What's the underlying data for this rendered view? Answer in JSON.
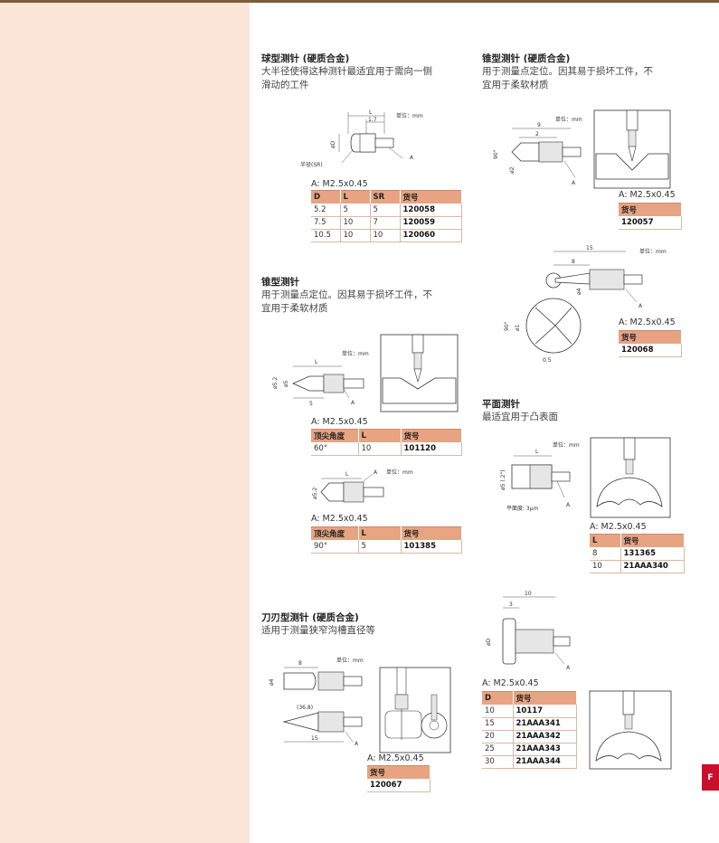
{
  "section_tab": "F",
  "s1": {
    "title": "球型测针 (硬质合金)",
    "desc1": "大半径使得这种测针最适宜用于需向一侧",
    "desc2": "滑动的工件",
    "unit": "单位：mm",
    "dim_L": "L",
    "dim_17": "1.7",
    "dim_D": "øD",
    "dim_SR": "半径(SR)",
    "dim_A": "A",
    "thread": "A: M2.5x0.45",
    "headers": [
      "D",
      "L",
      "SR",
      "货号"
    ],
    "rows": [
      [
        "5.2",
        "5",
        "5",
        "120058"
      ],
      [
        "7.5",
        "10",
        "7",
        "120059"
      ],
      [
        "10.5",
        "10",
        "10",
        "120060"
      ]
    ]
  },
  "s2": {
    "title": "锥型测针",
    "desc1": "用于测量点定位。因其易于损坏工件，不",
    "desc2": "宜用于柔软材质",
    "unit": "单位：mm",
    "dim_L": "L",
    "dim_52": "ø5.2",
    "dim_5d": "ø5",
    "dim_5": "5",
    "dim_A": "A",
    "thread1": "A: M2.5x0.45",
    "headers1": [
      "顶尖角度",
      "L",
      "货号"
    ],
    "rows1": [
      [
        "60°",
        "10",
        "101120"
      ]
    ],
    "unit2": "单位：mm",
    "dim2_L": "L",
    "dim2_52": "ø5.2",
    "dim2_A": "A",
    "thread2": "A: M2.5x0.45",
    "headers2": [
      "顶尖角度",
      "L",
      "货号"
    ],
    "rows2": [
      [
        "90°",
        "5",
        "101385"
      ]
    ]
  },
  "s3": {
    "title": "刀刃型测针 (硬质合金)",
    "desc1": "适用于测量狭窄沟槽直径等",
    "unit": "单位：mm",
    "dim_8": "8",
    "dim_4": "ø4",
    "dim_368": "(36.8)",
    "dim_15": "15",
    "dim_A": "A",
    "thread": "A: M2.5x0.45",
    "headers": [
      "货号"
    ],
    "rows": [
      [
        "120067"
      ]
    ]
  },
  "s4": {
    "title": "锥型测针 (硬质合金)",
    "desc1": "用于测量点定位。因其易于损坏工件，不",
    "desc2": "宜用于柔软材质",
    "unit": "单位：mm",
    "dim_9": "9",
    "dim_2": "2",
    "dim_90": "90°",
    "dim_d2": "ø2",
    "dim_A": "A",
    "thread": "A: M2.5x0.45",
    "headers": [
      "货号"
    ],
    "rows": [
      [
        "120057"
      ]
    ]
  },
  "s5": {
    "unit": "单位：mm",
    "dim_15": "15",
    "dim_8": "8",
    "dim_4": "ø4",
    "dim_90": "90°",
    "dim_1": "ø1",
    "dim_05": "0.5",
    "dim_A": "A",
    "thread": "A: M2.5x0.45",
    "headers": [
      "货号"
    ],
    "rows": [
      [
        "120068"
      ]
    ]
  },
  "s6": {
    "title": "平面测针",
    "desc1": "最适宜用于凸表面",
    "unit": "单位：mm",
    "dim_L": "L",
    "dim_5": "ø5 (.2\")",
    "dim_flat": "平面度: 3μm",
    "dim_A": "A",
    "thread": "A: M2.5x0.45",
    "headers": [
      "L",
      "货号"
    ],
    "rows": [
      [
        "8",
        "131365"
      ],
      [
        "10",
        "21AAA340"
      ]
    ]
  },
  "s7": {
    "dim_10": "10",
    "dim_3": "3",
    "dim_D": "øD",
    "dim_A": "A",
    "thread": "A: M2.5x0.45",
    "headers": [
      "D",
      "货号"
    ],
    "rows": [
      [
        "10",
        "10117"
      ],
      [
        "15",
        "21AAA341"
      ],
      [
        "20",
        "21AAA342"
      ],
      [
        "25",
        "21AAA343"
      ],
      [
        "30",
        "21AAA344"
      ]
    ]
  }
}
